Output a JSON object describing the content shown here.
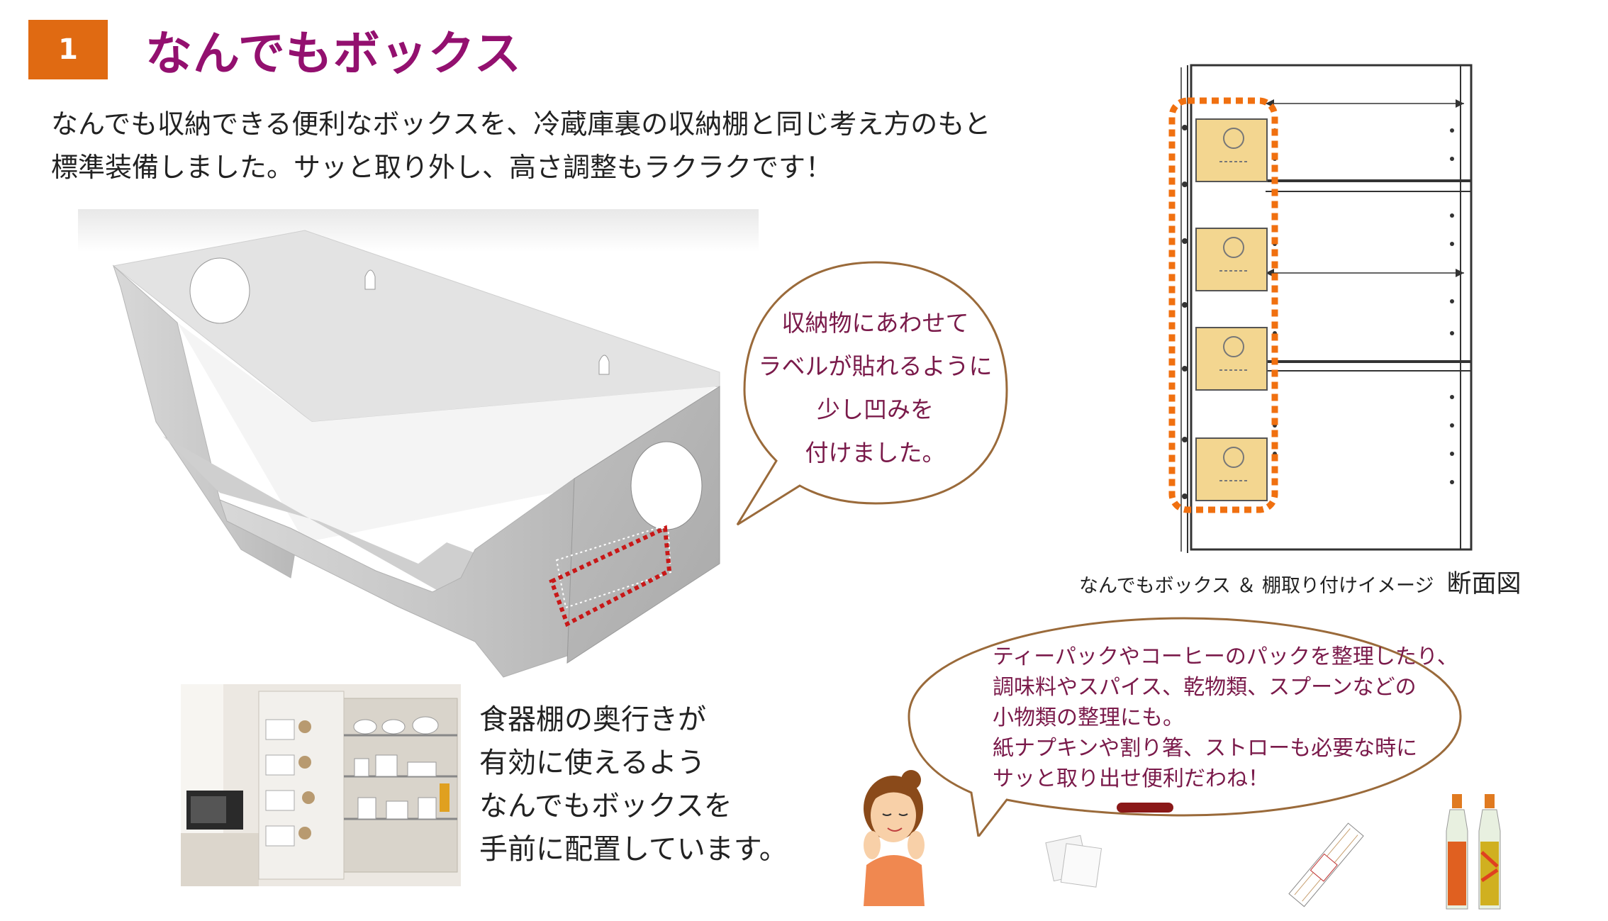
{
  "header": {
    "number": "1",
    "title": "なんでもボックス"
  },
  "intro": {
    "line1": "なんでも収納できる便利なボックスを、冷蔵庫裏の収納棚と同じ考え方のもと",
    "line2": "標準装備しました。サッと取り外し、高さ調整もラクラクです！"
  },
  "label_bubble": {
    "line1": "収納物にあわせて",
    "line2": "ラベルが貼れるように",
    "line3": "少し凹みを",
    "line4": "付けました。"
  },
  "diagram": {
    "caption": "なんでもボックス ＆ 棚取り付けイメージ",
    "caption_suffix": "断面図"
  },
  "side_text": {
    "line1": "食器棚の奥行きが",
    "line2": "有効に使えるよう",
    "line3": "なんでもボックスを",
    "line4": "手前に配置しています。"
  },
  "speech_bubble": {
    "line1": "ティーパックやコーヒーのパックを整理したり、",
    "line2": "調味料やスパイス、乾物類、スプーンなどの",
    "line3": "小物類の整理にも。",
    "line4": "紙ナプキンや割り箸、ストローも必要な時に",
    "line5": "サッと取り出せ便利だわね！"
  },
  "colors": {
    "badge": "#e06a12",
    "title": "#93106f",
    "bubble_text": "#7a1a4a",
    "bubble_outline": "#9a6a3a",
    "dotted_orange": "#f07010",
    "dotted_red": "#c81818",
    "box_label_fill": "#f3d690"
  }
}
